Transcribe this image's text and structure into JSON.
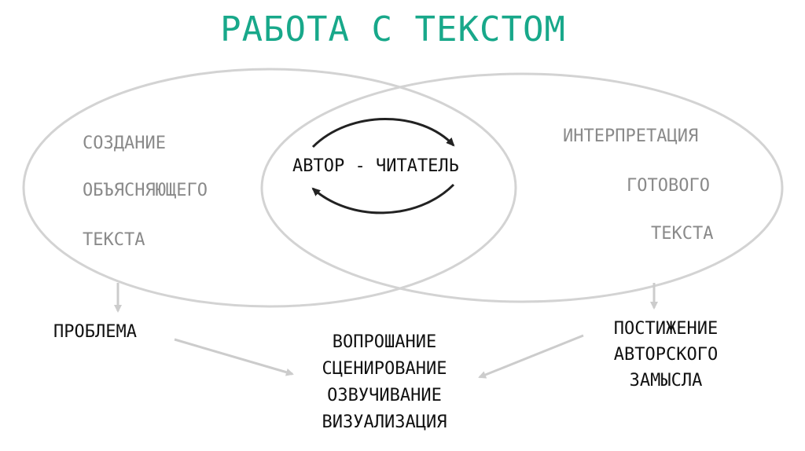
{
  "title": "РАБОТА С ТЕКСТОМ",
  "left_circle": {
    "lines": [
      "СОЗДАНИЕ",
      "ОБЪЯСНЯЮЩЕГО",
      "ТЕКСТА"
    ]
  },
  "right_circle": {
    "lines": [
      "ИНТЕРПРЕТАЦИЯ",
      "ГОТОВОГО",
      "ТЕКСТА"
    ]
  },
  "center": {
    "label": "АВТОР - ЧИТАТЕЛЬ"
  },
  "left_result": "ПРОБЛЕМА",
  "right_result": {
    "lines": [
      "ПОСТИЖЕНИЕ",
      "АВТОРСКОГО",
      "ЗАМЫСЛА"
    ]
  },
  "bottom_center": {
    "lines": [
      "ВОПРОШАНИЕ",
      "СЦЕНИРОВАНИЕ",
      "ОЗВУЧИВАНИЕ",
      "ВИЗУАЛИЗАЦИЯ"
    ]
  },
  "colors": {
    "title": "#18a88a",
    "circle_outline": "#d3d3d3",
    "arrow": "#cccccc",
    "cycle_arrow": "#222222"
  }
}
